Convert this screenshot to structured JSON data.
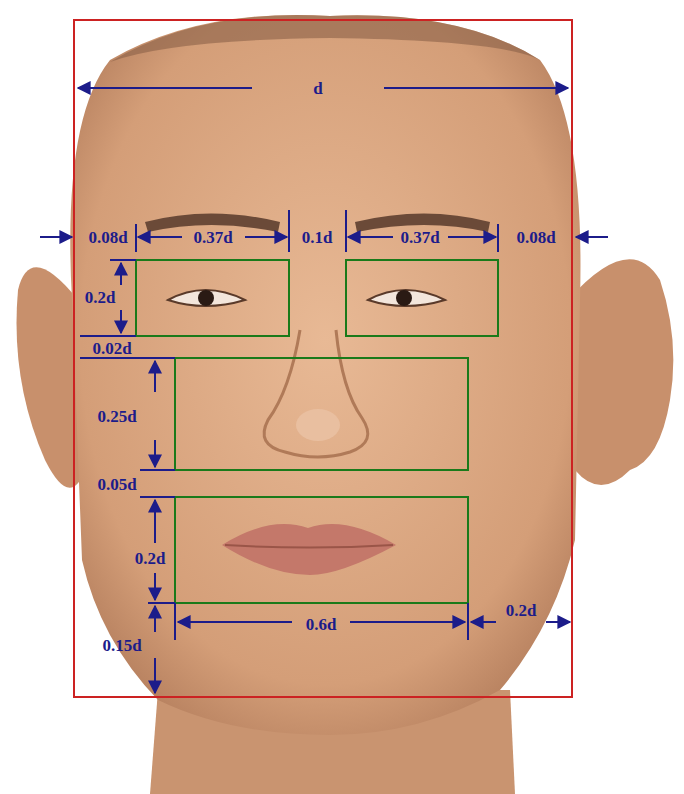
{
  "diagram": {
    "labels": [
      "d",
      "0.08d",
      "0.37d",
      "0.1d",
      "0.37d",
      "0.08d",
      "0.2d",
      "0.02d",
      "0.25d",
      "0.05d",
      "0.2d",
      "0.15d",
      "0.6d",
      "0.2d"
    ]
  }
}
